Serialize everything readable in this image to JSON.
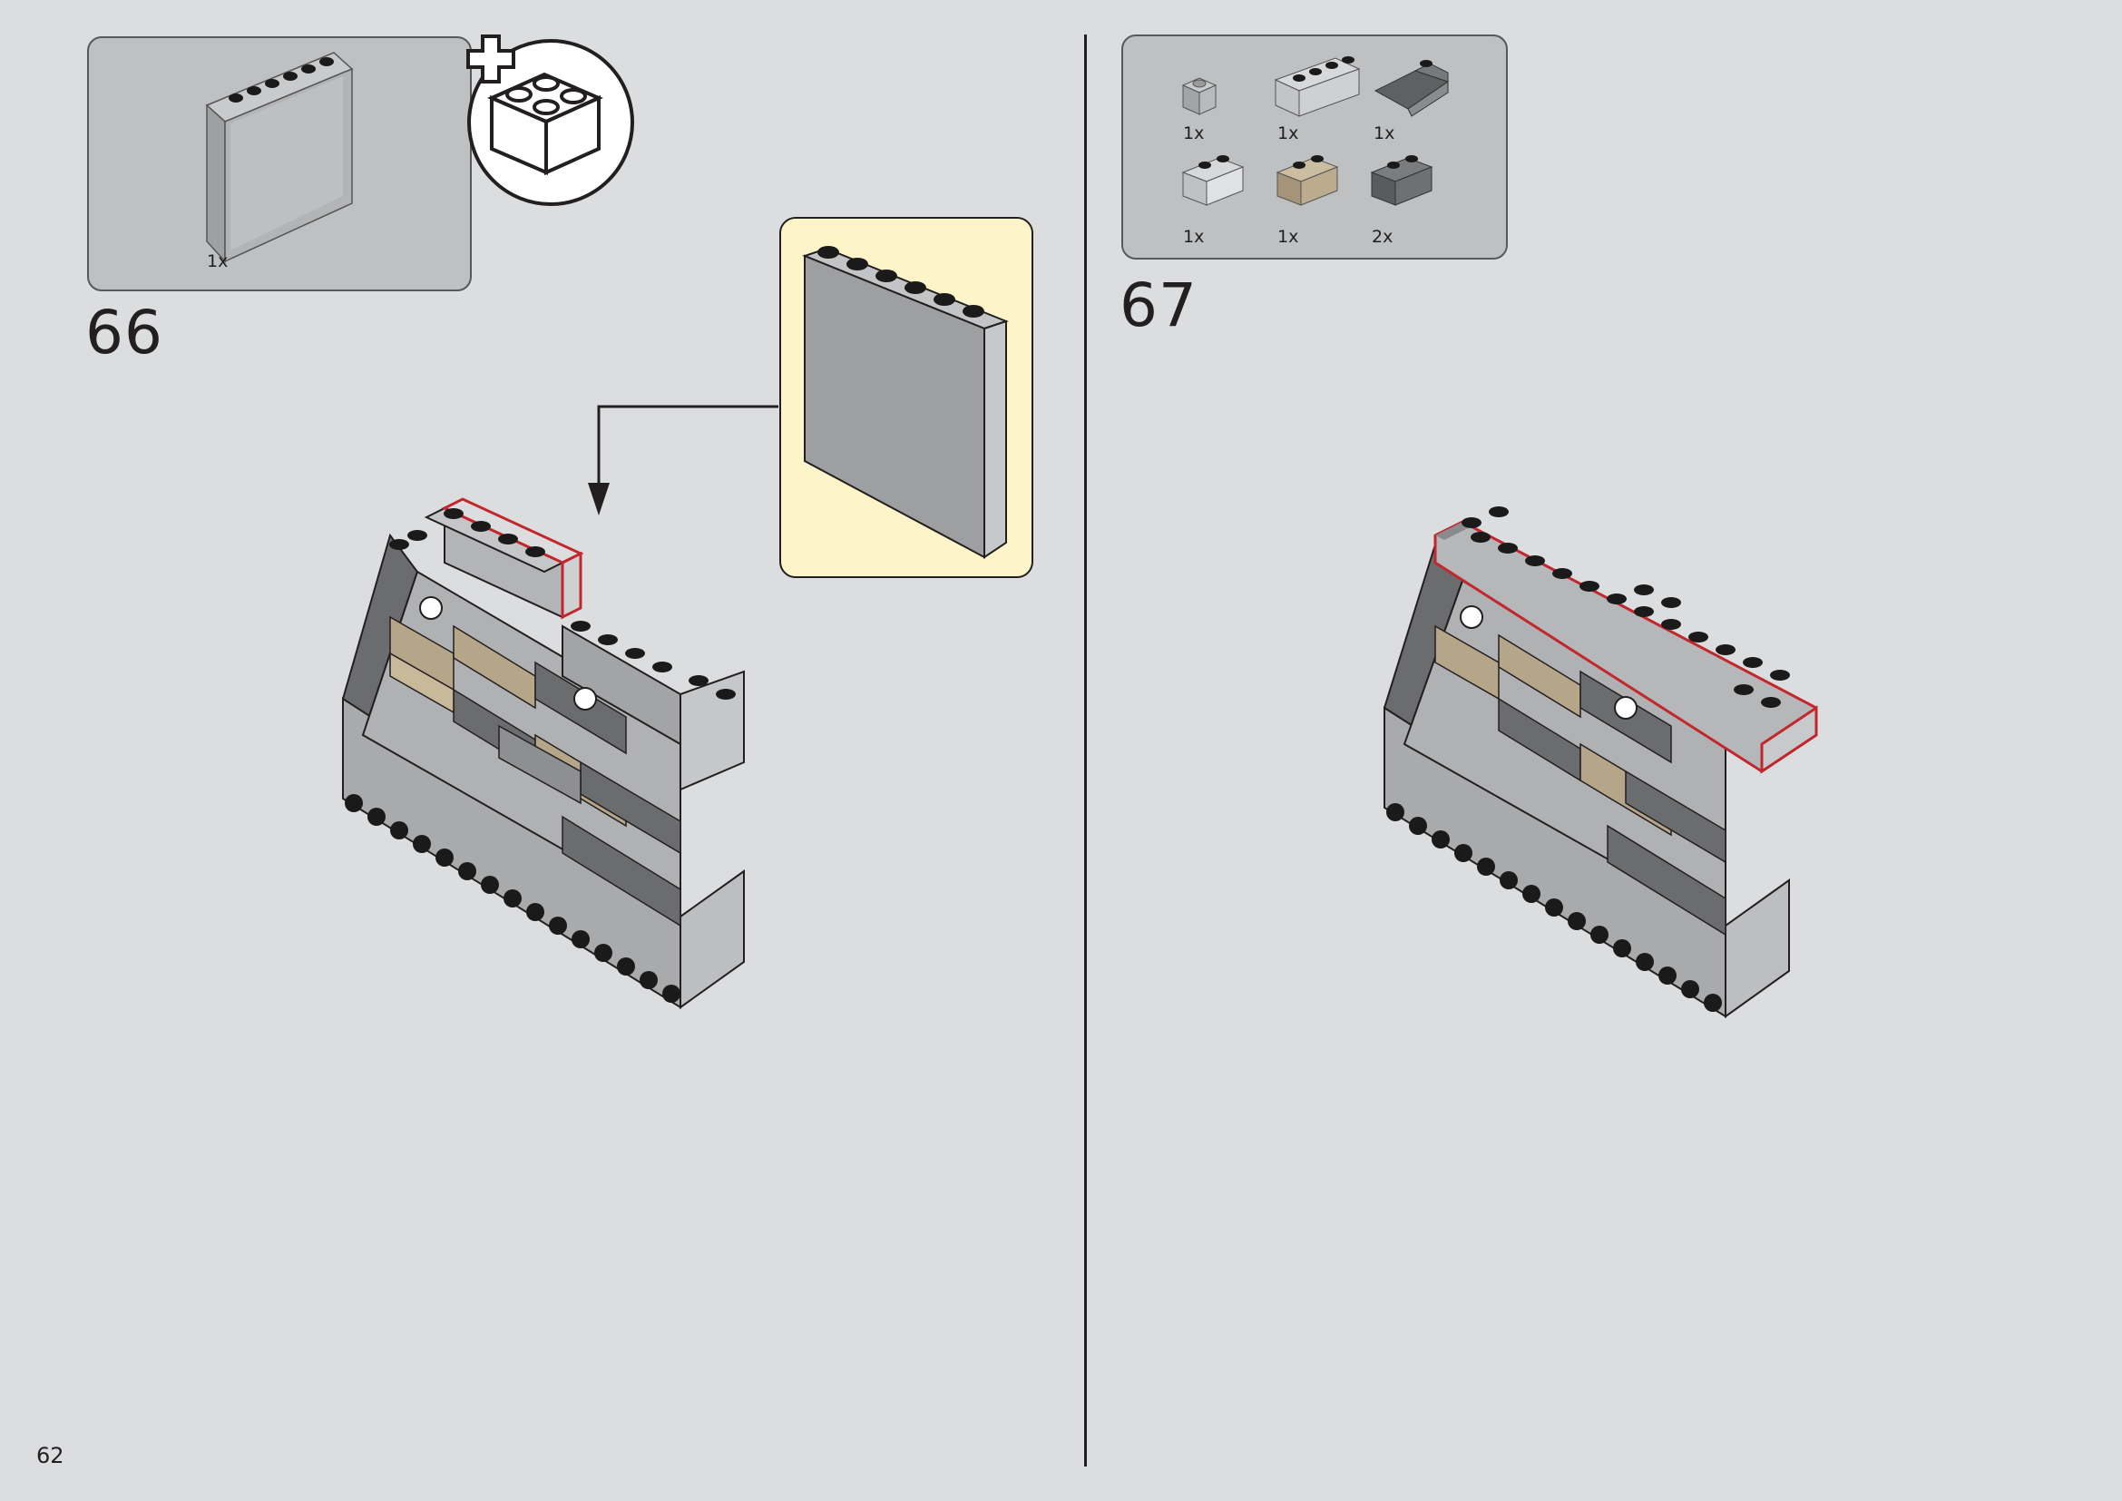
{
  "page": {
    "number": "62",
    "background": "#dcdddf"
  },
  "steps": [
    {
      "number": "66",
      "parts": [
        {
          "name": "panel-1x6x5-light-gray",
          "quantity": "1x"
        }
      ],
      "callout": {
        "part": "panel-1x6x5-light-gray",
        "background": "#fdf5c9"
      },
      "new_piece_icon": "add-brick-icon"
    },
    {
      "number": "67",
      "parts": [
        {
          "name": "brick-1x1-light-gray",
          "quantity": "1x"
        },
        {
          "name": "brick-1x4-light-gray",
          "quantity": "1x"
        },
        {
          "name": "slope-2x2-dark-gray",
          "quantity": "1x"
        },
        {
          "name": "masonry-brick-1x2-light-gray",
          "quantity": "1x"
        },
        {
          "name": "masonry-brick-1x2-tan",
          "quantity": "1x"
        },
        {
          "name": "masonry-brick-1x2-dark-gray",
          "quantity": "2x"
        }
      ]
    }
  ],
  "colors": {
    "highlight": "#c1272d",
    "light_gray": "#a0a1a3",
    "dark_gray": "#6b6c6e",
    "tan": "#b5a68a",
    "stud": "#1a1a1a"
  }
}
